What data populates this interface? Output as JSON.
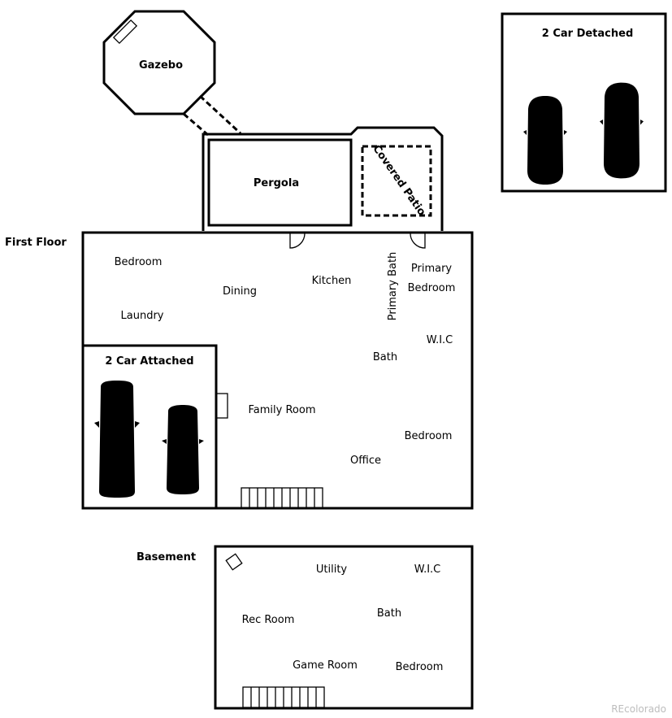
{
  "floors": {
    "first_floor": "First Floor",
    "basement": "Basement"
  },
  "outbuildings": {
    "gazebo": "Gazebo",
    "garage_detached": "2 Car Detached",
    "pergola": "Pergola",
    "covered_patio": "Covered Patio"
  },
  "first_floor_rooms": {
    "bedroom_1": "Bedroom",
    "dining": "Dining",
    "kitchen": "Kitchen",
    "laundry": "Laundry",
    "primary_bath": "Primary Bath",
    "primary_line1": "Primary",
    "primary_line2": "Bedroom",
    "wic": "W.I.C",
    "bath": "Bath",
    "garage_attached": "2 Car Attached",
    "family_room": "Family Room",
    "bedroom_2": "Bedroom",
    "office": "Office"
  },
  "basement_rooms": {
    "utility": "Utility",
    "wic": "W.I.C",
    "rec_room": "Rec Room",
    "bath": "Bath",
    "game_room": "Game Room",
    "bedroom": "Bedroom"
  },
  "watermark": "REcolorado"
}
